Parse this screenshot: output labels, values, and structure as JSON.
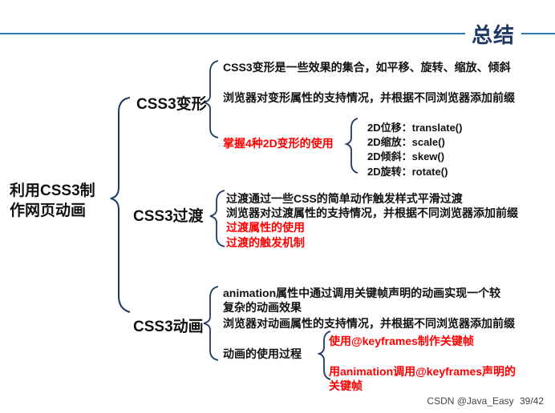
{
  "title": "总结",
  "root": "利用CSS3制作网页动画",
  "branches": {
    "transform": {
      "label": "CSS3变形",
      "items": [
        "CSS3变形是一些效果的集合，如平移、旋转、缩放、倾斜",
        "浏览器对变形属性的支持情况，并根据不同浏览器添加前缀",
        "掌握4种2D变形的使用"
      ],
      "sub_items": [
        "2D位移：translate()",
        "2D缩放：scale()",
        "2D倾斜：skew()",
        "2D旋转：rotate()"
      ]
    },
    "transition": {
      "label": "CSS3过渡",
      "items": [
        "过渡通过一些CSS的简单动作触发样式平滑过渡",
        "浏览器对过渡属性的支持情况，并根据不同浏览器添加前缀",
        "过渡属性的使用",
        "过渡的触发机制"
      ]
    },
    "animation": {
      "label": "CSS3动画",
      "items": [
        "animation属性中通过调用关键帧声明的动画实现一个较复杂的动画效果",
        "浏览器对动画属性的支持情况，并根据不同浏览器添加前缀",
        "动画的使用过程"
      ],
      "sub_items": [
        "使用@keyframes制作关键帧",
        "用animation调用@keyframes声明的关键帧"
      ]
    }
  },
  "footer": {
    "watermark": "CSDN @Java_Easy",
    "page": "39/42"
  },
  "colors": {
    "bracket": "#1f3864",
    "title_line": "#2f75b5",
    "highlight": "#ff0000"
  }
}
